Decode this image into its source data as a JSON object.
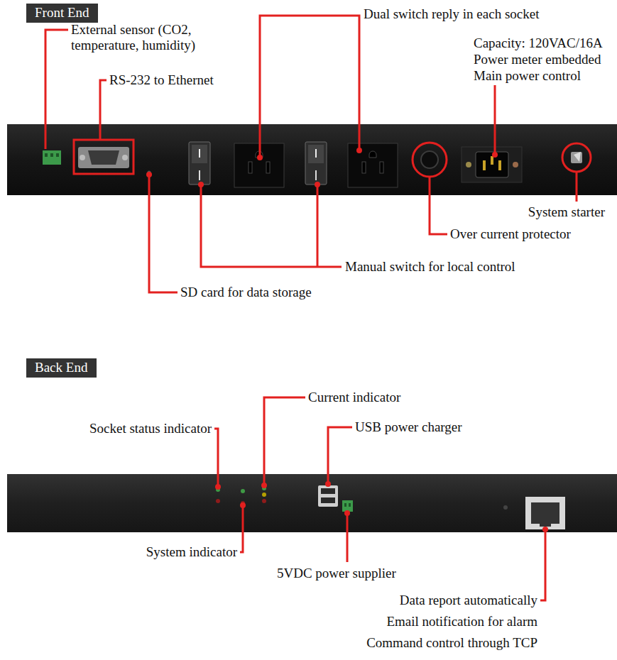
{
  "diagram": {
    "nodes": [
      {
        "text": [
          "Front End"
        ]
      },
      {
        "text": [
          "Back End"
        ]
      }
    ],
    "labels": [
      "Dual switch reply in each socket",
      "External sensor (CO2, temperature, humidity)",
      "Capacity: 120VAC/16A",
      "RS-232 to Ethernet",
      "Power meter embedded",
      "Main power control",
      "System starter",
      "Over current protector",
      "Manual switch for local control",
      "SD card for data storage",
      "Current indicator",
      "Socket status indicator",
      "USB power charger",
      "System indicator",
      "5VDC power supplier",
      "Data report automatically",
      "Email notification for alarm",
      "Command control through TCP"
    ]
  }
}
